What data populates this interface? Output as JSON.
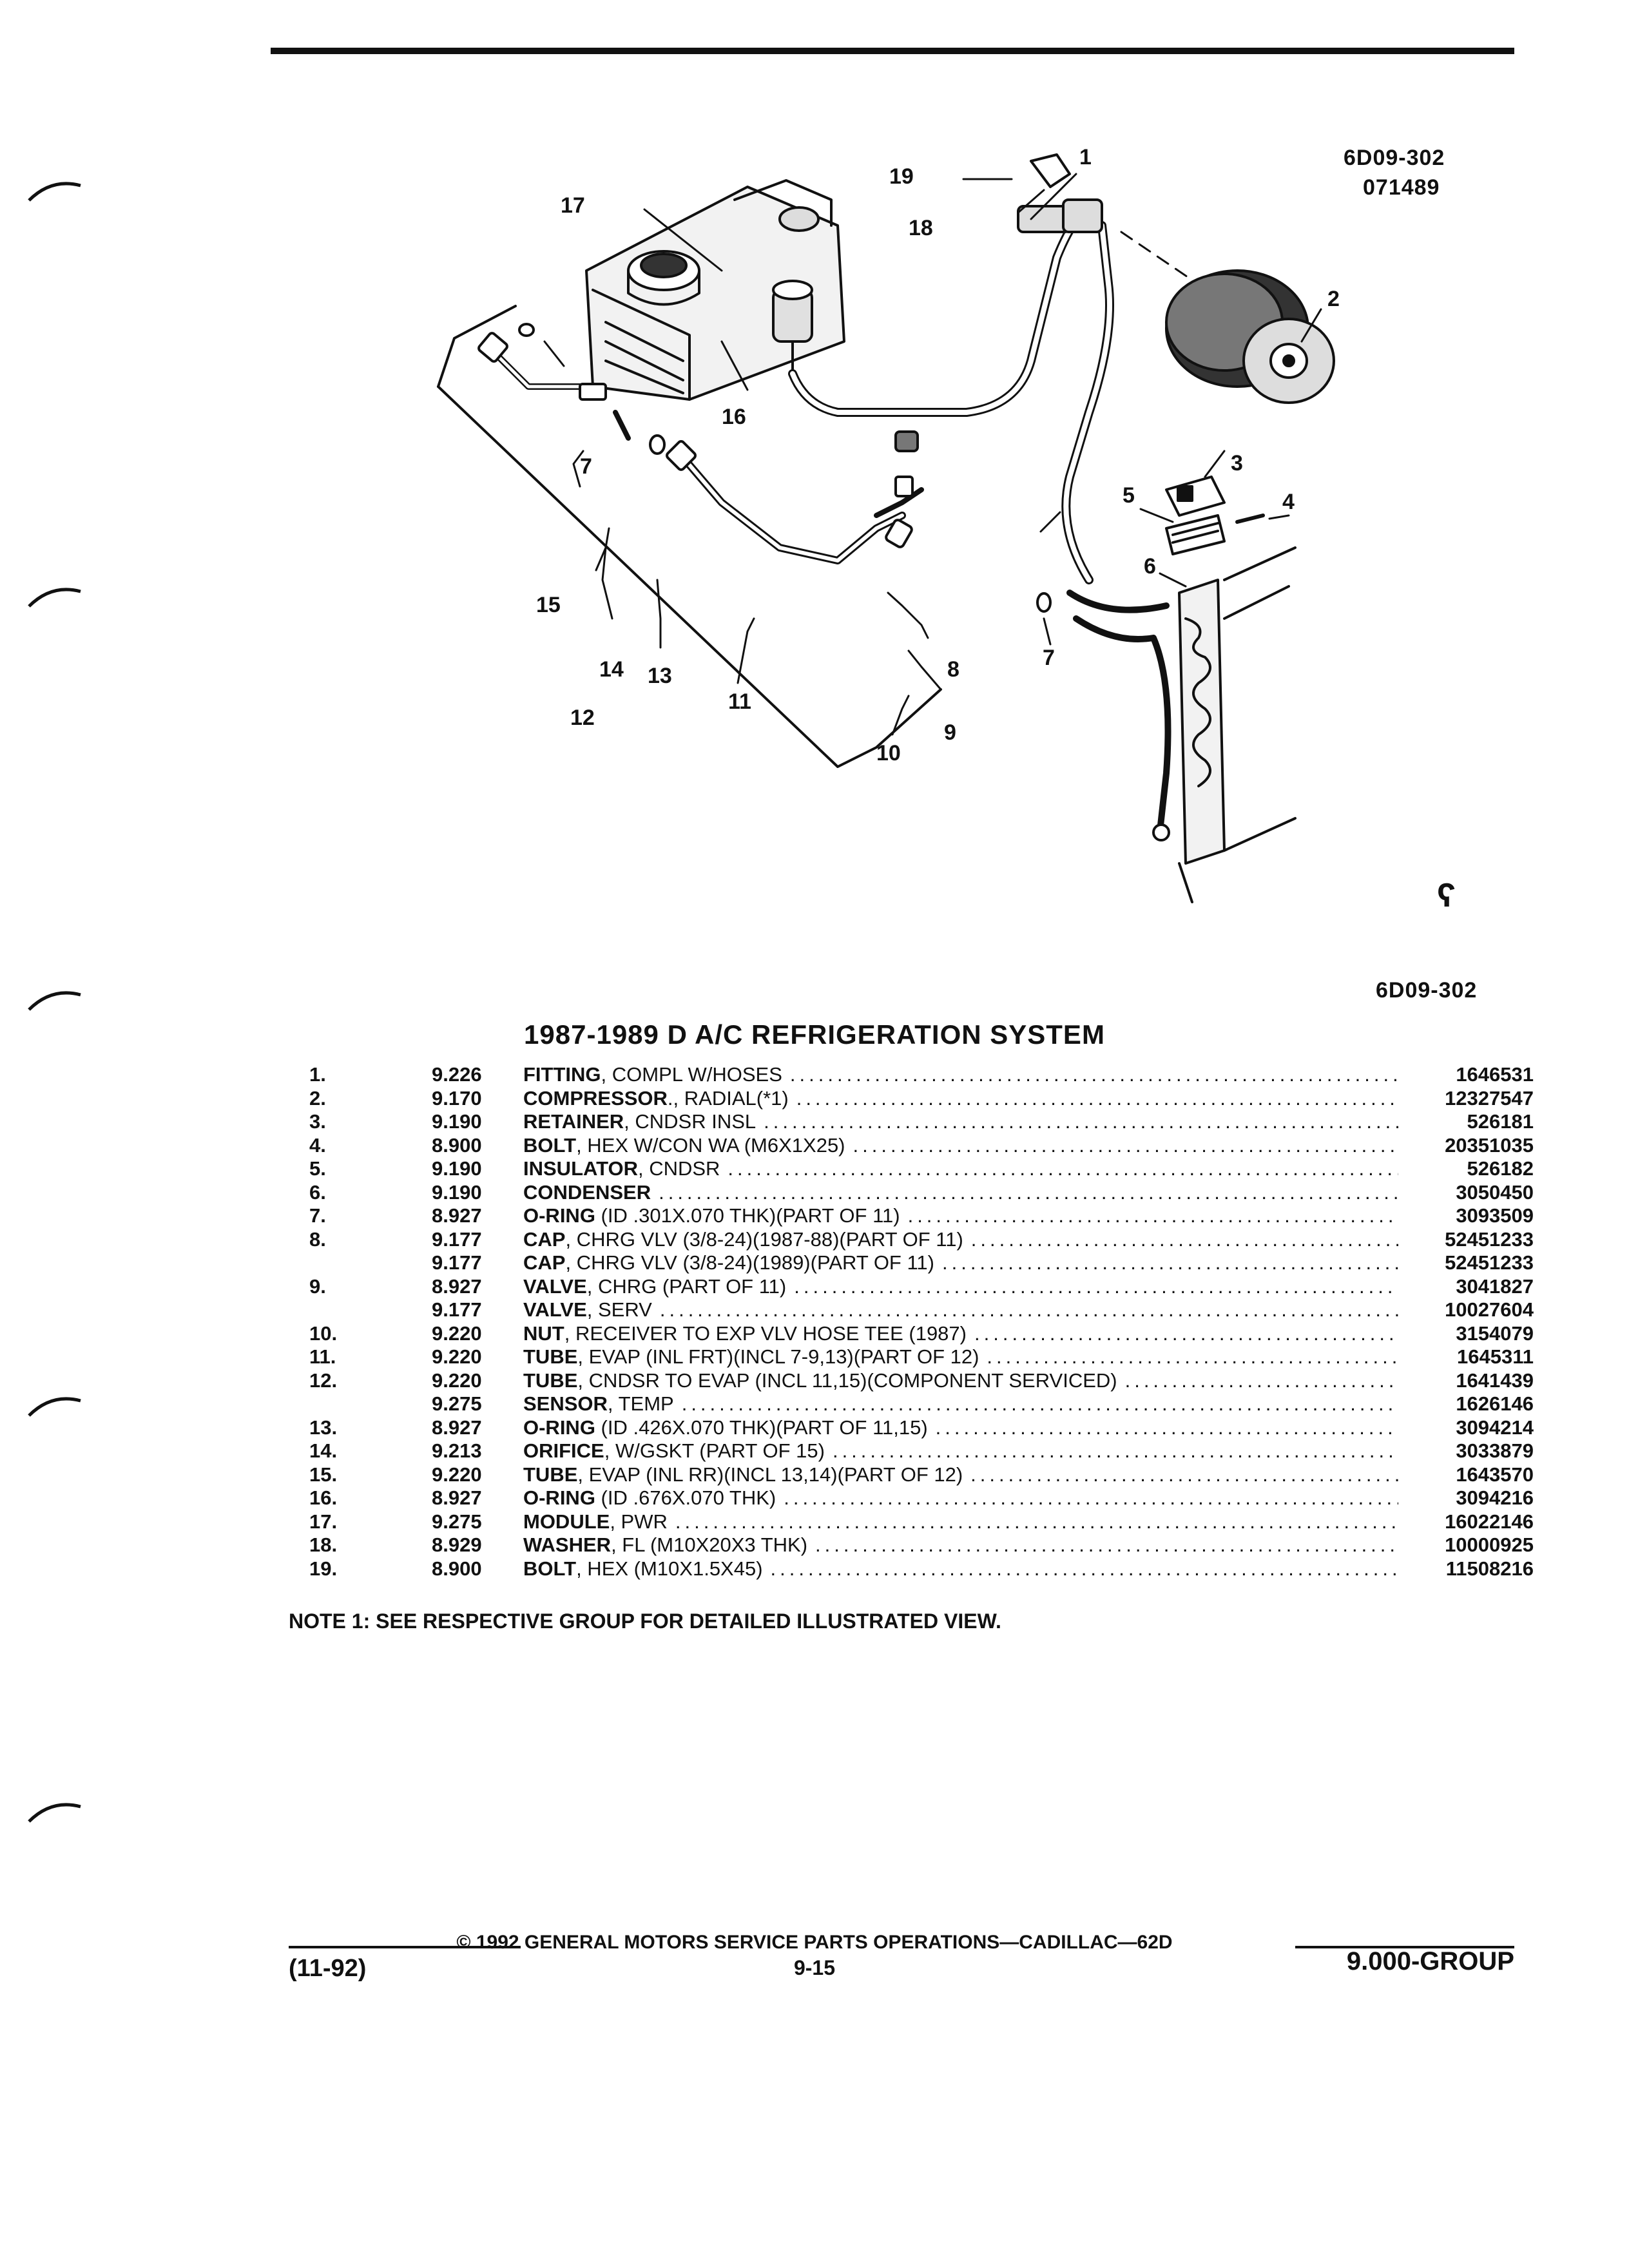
{
  "figure": {
    "code_top": "6D09-302",
    "date_code_top": "071489",
    "code_bottom": "6D09-302",
    "callouts": [
      "1",
      "2",
      "3",
      "4",
      "5",
      "6",
      "7",
      "7",
      "8",
      "9",
      "10",
      "11",
      "12",
      "13",
      "14",
      "15",
      "16",
      "17",
      "18",
      "19"
    ]
  },
  "title": "1987-1989 D A/C REFRIGERATION SYSTEM",
  "parts": [
    {
      "idx": "1.",
      "group": "9.226",
      "name": "FITTING",
      "spec": ", COMPL W/HOSES",
      "part_no": "1646531"
    },
    {
      "idx": "2.",
      "group": "9.170",
      "name": "COMPRESSOR",
      "spec": "., RADIAL(*1)",
      "part_no": "12327547"
    },
    {
      "idx": "3.",
      "group": "9.190",
      "name": "RETAINER",
      "spec": ", CNDSR INSL",
      "part_no": "526181"
    },
    {
      "idx": "4.",
      "group": "8.900",
      "name": "BOLT",
      "spec": ", HEX W/CON WA (M6X1X25)",
      "part_no": "20351035"
    },
    {
      "idx": "5.",
      "group": "9.190",
      "name": "INSULATOR",
      "spec": ", CNDSR",
      "part_no": "526182"
    },
    {
      "idx": "6.",
      "group": "9.190",
      "name": "CONDENSER",
      "spec": "",
      "part_no": "3050450"
    },
    {
      "idx": "7.",
      "group": "8.927",
      "name": "O-RING",
      "spec": " (ID .301X.070 THK)(PART OF 11)",
      "part_no": "3093509"
    },
    {
      "idx": "8.",
      "group": "9.177",
      "name": "CAP",
      "spec": ", CHRG VLV (3/8-24)(1987-88)(PART OF 11)",
      "part_no": "52451233"
    },
    {
      "idx": "",
      "group": "9.177",
      "name": "CAP",
      "spec": ", CHRG VLV (3/8-24)(1989)(PART OF 11)",
      "part_no": "52451233"
    },
    {
      "idx": "9.",
      "group": "8.927",
      "name": "VALVE",
      "spec": ", CHRG (PART OF 11)",
      "part_no": "3041827"
    },
    {
      "idx": "",
      "group": "9.177",
      "name": "VALVE",
      "spec": ", SERV",
      "part_no": "10027604"
    },
    {
      "idx": "10.",
      "group": "9.220",
      "name": "NUT",
      "spec": ", RECEIVER TO EXP VLV HOSE TEE (1987)",
      "part_no": "3154079"
    },
    {
      "idx": "11.",
      "group": "9.220",
      "name": "TUBE",
      "spec": ", EVAP (INL FRT)(INCL 7-9,13)(PART OF 12)",
      "part_no": "1645311"
    },
    {
      "idx": "12.",
      "group": "9.220",
      "name": "TUBE",
      "spec": ", CNDSR TO EVAP (INCL 11,15)(COMPONENT SERVICED)",
      "part_no": "1641439"
    },
    {
      "idx": "",
      "group": "9.275",
      "name": "SENSOR",
      "spec": ", TEMP",
      "part_no": "1626146"
    },
    {
      "idx": "13.",
      "group": "8.927",
      "name": "O-RING",
      "spec": " (ID .426X.070 THK)(PART OF 11,15)",
      "part_no": "3094214"
    },
    {
      "idx": "14.",
      "group": "9.213",
      "name": "ORIFICE",
      "spec": ", W/GSKT (PART OF 15)",
      "part_no": "3033879"
    },
    {
      "idx": "15.",
      "group": "9.220",
      "name": "TUBE",
      "spec": ", EVAP (INL RR)(INCL 13,14)(PART OF 12)",
      "part_no": "1643570"
    },
    {
      "idx": "16.",
      "group": "8.927",
      "name": "O-RING",
      "spec": " (ID .676X.070 THK)",
      "part_no": "3094216"
    },
    {
      "idx": "17.",
      "group": "9.275",
      "name": "MODULE",
      "spec": ", PWR",
      "part_no": "16022146"
    },
    {
      "idx": "18.",
      "group": "8.929",
      "name": "WASHER",
      "spec": ", FL (M10X20X3 THK)",
      "part_no": "10000925"
    },
    {
      "idx": "19.",
      "group": "8.900",
      "name": "BOLT",
      "spec": ", HEX (M10X1.5X45)",
      "part_no": "11508216"
    }
  ],
  "note": "NOTE  1:  SEE RESPECTIVE GROUP FOR DETAILED ILLUSTRATED VIEW.",
  "footer": {
    "copyright": "© 1992 GENERAL MOTORS SERVICE PARTS OPERATIONS—CADILLAC—62D",
    "date": "(11-92)",
    "page": "9-15",
    "group": "9.000-GROUP"
  }
}
